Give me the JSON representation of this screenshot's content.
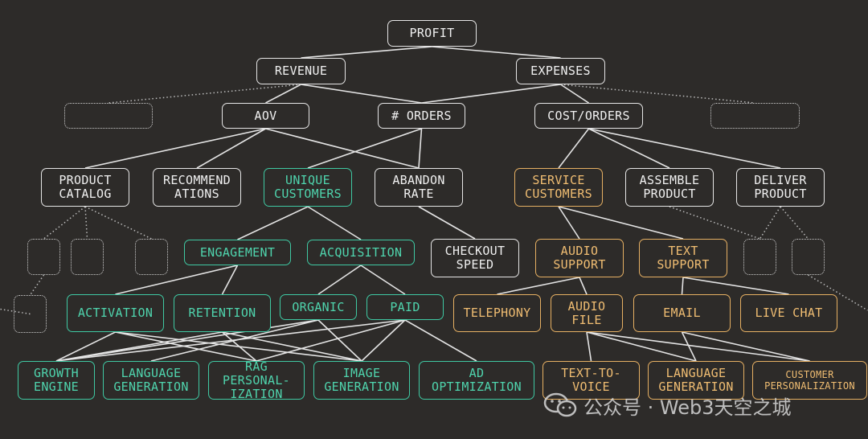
{
  "nodes": [
    {
      "id": "profit",
      "label": "PROFIT",
      "color": "white"
    },
    {
      "id": "revenue",
      "label": "REVENUE",
      "color": "white"
    },
    {
      "id": "expenses",
      "label": "EXPENSES",
      "color": "white"
    },
    {
      "id": "aov",
      "label": "AOV",
      "color": "white"
    },
    {
      "id": "orders",
      "label": "# ORDERS",
      "color": "white"
    },
    {
      "id": "cost_orders",
      "label": "COST/ORDERS",
      "color": "white"
    },
    {
      "id": "product_catalog",
      "label": "PRODUCT\nCATALOG",
      "color": "white"
    },
    {
      "id": "recommendations",
      "label": "RECOMMEND\nATIONS",
      "color": "white"
    },
    {
      "id": "unique_customers",
      "label": "UNIQUE\nCUSTOMERS",
      "color": "teal"
    },
    {
      "id": "abandon_rate",
      "label": "ABANDON\nRATE",
      "color": "white"
    },
    {
      "id": "service_customers",
      "label": "SERVICE\nCUSTOMERS",
      "color": "orange"
    },
    {
      "id": "assemble_product",
      "label": "ASSEMBLE\nPRODUCT",
      "color": "white"
    },
    {
      "id": "deliver_product",
      "label": "DELIVER\nPRODUCT",
      "color": "white"
    },
    {
      "id": "engagement",
      "label": "ENGAGEMENT",
      "color": "teal"
    },
    {
      "id": "acquisition",
      "label": "ACQUISITION",
      "color": "teal"
    },
    {
      "id": "checkout_speed",
      "label": "CHECKOUT\nSPEED",
      "color": "white"
    },
    {
      "id": "audio_support",
      "label": "AUDIO\nSUPPORT",
      "color": "orange"
    },
    {
      "id": "text_support",
      "label": "TEXT\nSUPPORT",
      "color": "orange"
    },
    {
      "id": "activation",
      "label": "ACTIVATION",
      "color": "teal"
    },
    {
      "id": "retention",
      "label": "RETENTION",
      "color": "teal"
    },
    {
      "id": "organic",
      "label": "ORGANIC",
      "color": "teal"
    },
    {
      "id": "paid",
      "label": "PAID",
      "color": "teal"
    },
    {
      "id": "telephony",
      "label": "TELEPHONY",
      "color": "orange"
    },
    {
      "id": "audio_file",
      "label": "AUDIO\nFILE",
      "color": "orange"
    },
    {
      "id": "email",
      "label": "EMAIL",
      "color": "orange"
    },
    {
      "id": "live_chat",
      "label": "LIVE CHAT",
      "color": "orange"
    },
    {
      "id": "growth_engine",
      "label": "GROWTH\nENGINE",
      "color": "teal"
    },
    {
      "id": "language_generation_t",
      "label": "LANGUAGE\nGENERATION",
      "color": "teal"
    },
    {
      "id": "rag_personalization",
      "label": "RAG\nPERSONAL-\nIZATION",
      "color": "teal"
    },
    {
      "id": "image_generation",
      "label": "IMAGE\nGENERATION",
      "color": "teal"
    },
    {
      "id": "ad_optimization",
      "label": "AD\nOPTIMIZATION",
      "color": "teal"
    },
    {
      "id": "text_to_voice",
      "label": "TEXT-TO-\nVOICE",
      "color": "orange"
    },
    {
      "id": "language_generation_o",
      "label": "LANGUAGE\nGENERATION",
      "color": "orange"
    },
    {
      "id": "customer_personalization",
      "label": "CUSTOMER\nPERSONALIZATION",
      "color": "orange"
    }
  ],
  "edges": [
    [
      "profit",
      "revenue"
    ],
    [
      "profit",
      "expenses"
    ],
    [
      "revenue",
      "aov"
    ],
    [
      "revenue",
      "orders"
    ],
    [
      "expenses",
      "orders"
    ],
    [
      "expenses",
      "cost_orders"
    ],
    [
      "aov",
      "product_catalog"
    ],
    [
      "aov",
      "recommendations"
    ],
    [
      "aov",
      "abandon_rate"
    ],
    [
      "orders",
      "unique_customers"
    ],
    [
      "orders",
      "abandon_rate"
    ],
    [
      "cost_orders",
      "service_customers"
    ],
    [
      "cost_orders",
      "assemble_product"
    ],
    [
      "cost_orders",
      "deliver_product"
    ],
    [
      "unique_customers",
      "engagement"
    ],
    [
      "unique_customers",
      "acquisition"
    ],
    [
      "abandon_rate",
      "checkout_speed"
    ],
    [
      "service_customers",
      "audio_support"
    ],
    [
      "service_customers",
      "text_support"
    ],
    [
      "engagement",
      "activation"
    ],
    [
      "engagement",
      "retention"
    ],
    [
      "acquisition",
      "organic"
    ],
    [
      "acquisition",
      "paid"
    ],
    [
      "audio_support",
      "telephony"
    ],
    [
      "audio_support",
      "audio_file"
    ],
    [
      "text_support",
      "email"
    ],
    [
      "text_support",
      "live_chat"
    ],
    [
      "activation",
      "growth_engine"
    ],
    [
      "activation",
      "rag_personalization"
    ],
    [
      "activation",
      "image_generation"
    ],
    [
      "retention",
      "growth_engine"
    ],
    [
      "retention",
      "rag_personalization"
    ],
    [
      "retention",
      "image_generation"
    ],
    [
      "organic",
      "growth_engine"
    ],
    [
      "organic",
      "language_generation_t"
    ],
    [
      "organic",
      "image_generation"
    ],
    [
      "paid",
      "growth_engine"
    ],
    [
      "paid",
      "rag_personalization"
    ],
    [
      "paid",
      "image_generation"
    ],
    [
      "paid",
      "ad_optimization"
    ],
    [
      "audio_file",
      "text_to_voice"
    ],
    [
      "audio_file",
      "language_generation_o"
    ],
    [
      "audio_file",
      "customer_personalization"
    ],
    [
      "email",
      "language_generation_o"
    ],
    [
      "email",
      "customer_personalization"
    ]
  ],
  "ghost_edges": [
    [
      "revenue",
      "ghost_left"
    ],
    [
      "expenses",
      "ghost_right"
    ],
    [
      "product_catalog",
      "ghost_pc1"
    ],
    [
      "product_catalog",
      "ghost_pc2"
    ],
    [
      "product_catalog",
      "ghost_pc3"
    ],
    [
      "ghost_pc1",
      "ghost_pc4"
    ],
    [
      "ghost_pc4",
      "offscreen_left"
    ],
    [
      "assemble_product",
      "ghost_ap"
    ],
    [
      "deliver_product",
      "ghost_ap"
    ],
    [
      "deliver_product",
      "ghost_dp"
    ],
    [
      "ghost_dp",
      "offscreen_right"
    ]
  ],
  "watermark": {
    "text": "公众号 · Web3天空之城"
  },
  "colors": {
    "white": "#e6e6e6",
    "teal": "#3fc9a3",
    "orange": "#e6b063",
    "background": "#2d2b29"
  }
}
